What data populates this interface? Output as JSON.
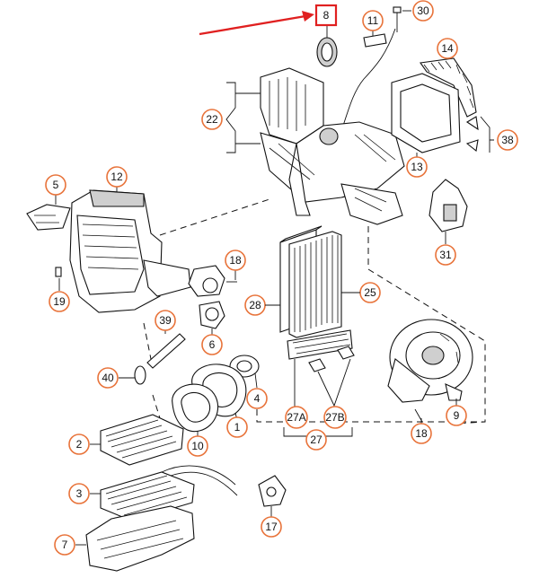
{
  "callouts": [
    {
      "label": "8",
      "highlighted": true
    },
    {
      "label": "11"
    },
    {
      "label": "30"
    },
    {
      "label": "14"
    },
    {
      "label": "22"
    },
    {
      "label": "38"
    },
    {
      "label": "13"
    },
    {
      "label": "5"
    },
    {
      "label": "12"
    },
    {
      "label": "31"
    },
    {
      "label": "18"
    },
    {
      "label": "25"
    },
    {
      "label": "28"
    },
    {
      "label": "19"
    },
    {
      "label": "6"
    },
    {
      "label": "39"
    },
    {
      "label": "4"
    },
    {
      "label": "40"
    },
    {
      "label": "1"
    },
    {
      "label": "27A"
    },
    {
      "label": "27B"
    },
    {
      "label": "9"
    },
    {
      "label": "27"
    },
    {
      "label": "2"
    },
    {
      "label": "10"
    },
    {
      "label": "18"
    },
    {
      "label": "3"
    },
    {
      "label": "17"
    },
    {
      "label": "7"
    }
  ],
  "colors": {
    "callout_border": "#e8733a",
    "highlight": "#e02020"
  }
}
